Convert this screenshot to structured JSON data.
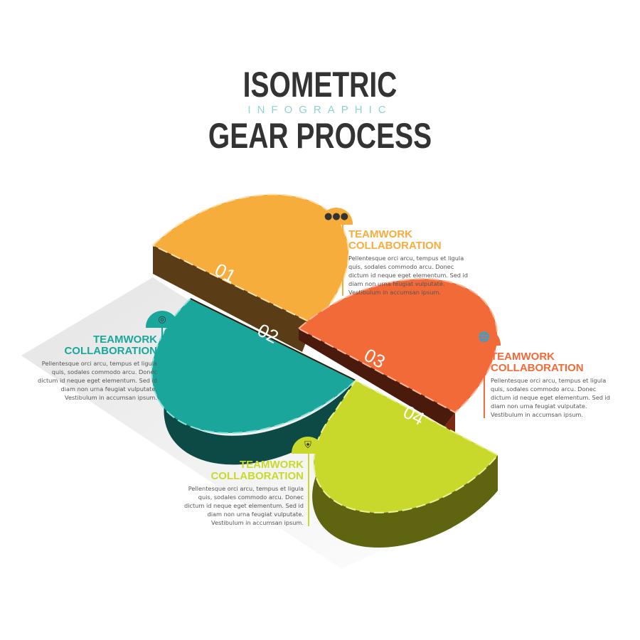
{
  "title": {
    "line1": "ISOMETRIC",
    "line2": "INFOGRAPHIC",
    "line3": "GEAR PROCESS"
  },
  "colors": {
    "step1": "#f7ad3c",
    "step2": "#1ba69c",
    "step3": "#f26a38",
    "step4": "#c9d92b"
  },
  "steps": [
    {
      "number": "01",
      "icon": "team-icon",
      "heading1": "TEAMWORK",
      "heading2": "COLLABORATION",
      "body": "Pellentesque orci arcu, tempus et ligula quis, sodales commodo arcu. Donec dictum id neque eget elementum. Sed id diam non urna feugiat vulputate. Vestibulum in accumsan ipsum."
    },
    {
      "number": "02",
      "icon": "compass-icon",
      "heading1": "TEAMWORK",
      "heading2": "COLLABORATION",
      "body": "Pellentesque orci arcu, tempus et ligula quis, sodales commodo arcu. Donec dictum id neque eget elementum. Sed id diam non urna feugiat vulputate. Vestibulum in accumsan ipsum."
    },
    {
      "number": "03",
      "icon": "globe-icon",
      "heading1": "TEAMWORK",
      "heading2": "COLLABORATION",
      "body": "Pellentesque orci arcu, tempus et ligula quis, sodales commodo arcu. Donec dictum id neque eget elementum. Sed id diam non urna feugiat vulputate. Vestibulum in accumsan ipsum."
    },
    {
      "number": "04",
      "icon": "shield-icon",
      "heading1": "TEAMWORK",
      "heading2": "COLLABORATION",
      "body": "Pellentesque orci arcu, tempus et ligula quis, sodales commodo arcu. Donec dictum id neque eget elementum. Sed id diam non urna feugiat vulputate. Vestibulum in accumsan ipsum."
    }
  ]
}
